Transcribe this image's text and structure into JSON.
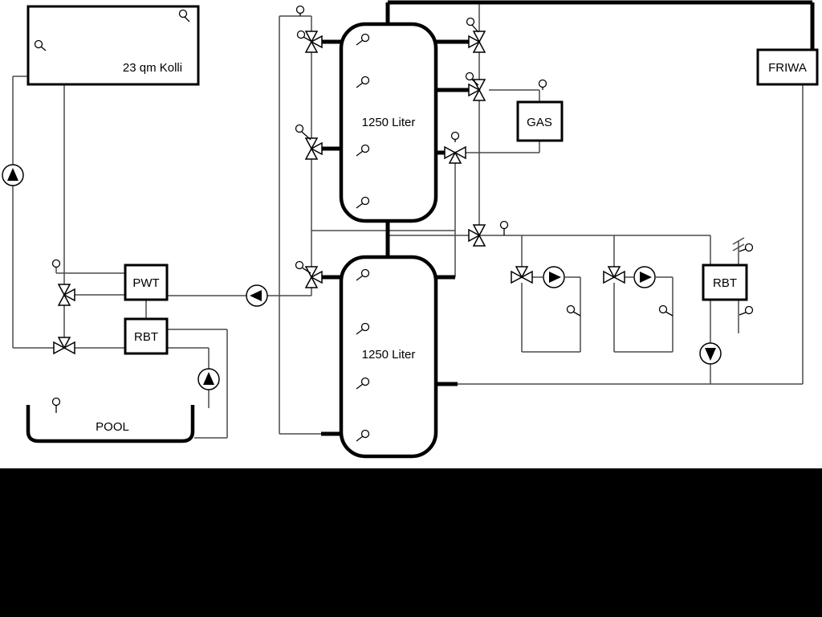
{
  "labels": {
    "collector": "23 qm Kolli",
    "tank_top": "1250 Liter",
    "tank_bottom": "1250 Liter",
    "pwt": "PWT",
    "rbt_left": "RBT",
    "rbt_right": "RBT",
    "gas": "GAS",
    "friwa": "FRIWA",
    "pool": "POOL"
  },
  "colors": {
    "background": "#ffffff",
    "letterbox": "#000000",
    "pipe_thin": "#4a4a4a",
    "pipe_main": "#000000",
    "pump_rotor": "#000000"
  },
  "components": {
    "pumps": [
      {
        "name": "solar-pump",
        "direction": "up"
      },
      {
        "name": "buffer-charge-pump",
        "direction": "left"
      },
      {
        "name": "pool-pump",
        "direction": "up"
      },
      {
        "name": "heating-circuit-1-pump",
        "direction": "right"
      },
      {
        "name": "heating-circuit-2-pump",
        "direction": "right"
      },
      {
        "name": "rbt-circuit-pump",
        "direction": "down"
      }
    ],
    "valves": [
      {
        "name": "tank1-top-left-valve"
      },
      {
        "name": "tank1-mid-left-valve"
      },
      {
        "name": "tank2-top-left-valve"
      },
      {
        "name": "tank1-top-right-valve"
      },
      {
        "name": "boiler-flow-valve"
      },
      {
        "name": "boiler-return-valve"
      },
      {
        "name": "distribution-valve"
      },
      {
        "name": "heating-circuit-1-valve"
      },
      {
        "name": "heating-circuit-2-valve"
      },
      {
        "name": "solar-pwt-valve"
      },
      {
        "name": "solar-rbt-valve"
      }
    ]
  }
}
